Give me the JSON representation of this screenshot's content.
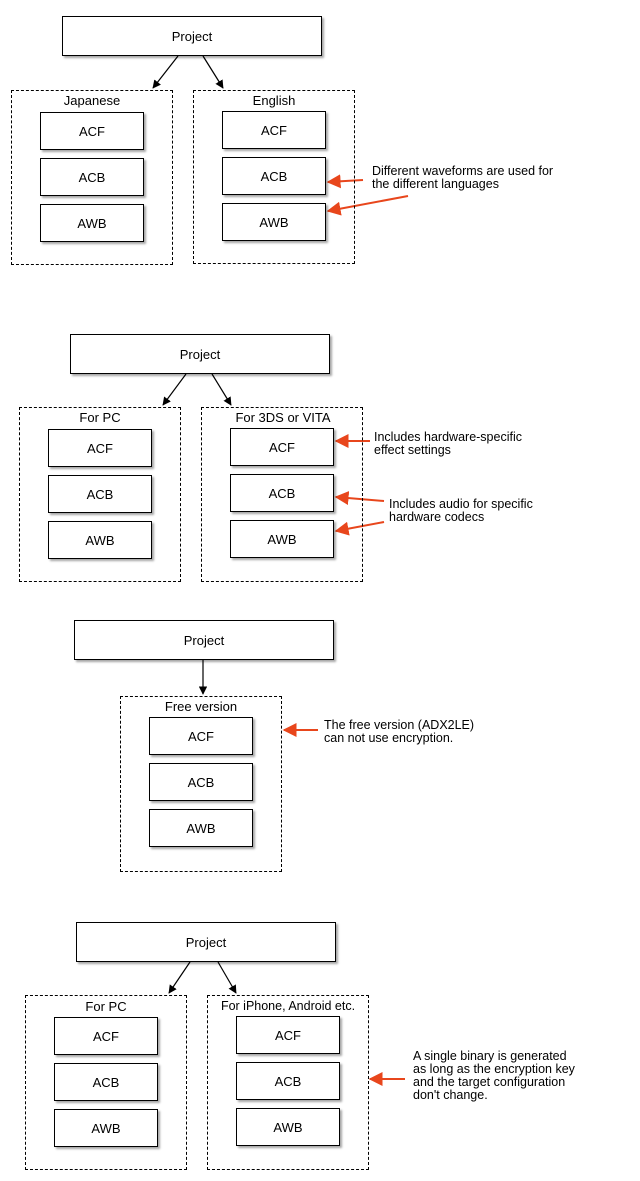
{
  "labels": {
    "project": "Project",
    "acf": "ACF",
    "acb": "ACB",
    "awb": "AWB"
  },
  "groups": {
    "japanese": "Japanese",
    "english": "English",
    "for_pc": "For PC",
    "for_3ds_vita": "For 3DS or VITA",
    "free_version": "Free version",
    "for_mobile": "For iPhone, Android etc."
  },
  "notes": {
    "waveforms": [
      "Different waveforms are used for",
      "the different languages"
    ],
    "hardware_effect": [
      "Includes hardware-specific",
      "effect settings"
    ],
    "hardware_audio": [
      "Includes audio for specific",
      "hardware codecs"
    ],
    "free_version": [
      "The free version (ADX2LE)",
      "can not use encryption."
    ],
    "single_binary": [
      "A single binary is generated",
      "as long as the encryption key",
      "and the target configuration",
      "don't change."
    ]
  },
  "colors": {
    "annotation_arrow": "#e8461c",
    "line": "#000000"
  }
}
